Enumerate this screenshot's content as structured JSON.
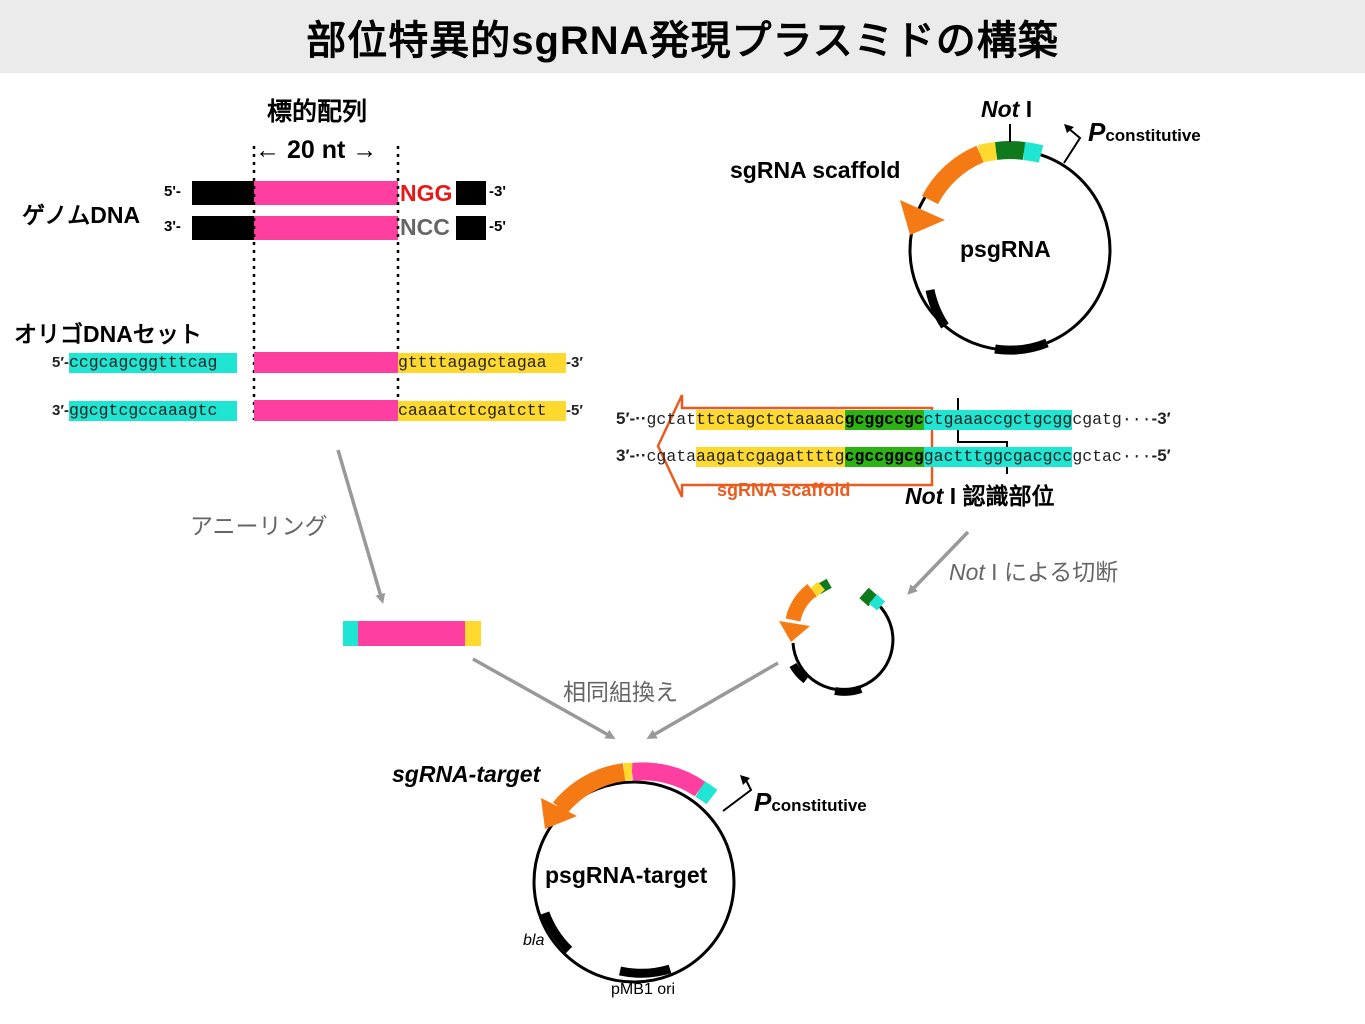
{
  "title": "部位特異的sgRNA発現プラスミドの構築",
  "colors": {
    "pink": "#ff3fa0",
    "cyan": "#1fe6d2",
    "yellow": "#ffd92e",
    "orange": "#f57a14",
    "dark_green": "#0e7a1c",
    "green": "#2ab312",
    "red": "#e81818",
    "gray_arrow": "#999999",
    "header_bg": "#ebebeb"
  },
  "genome": {
    "target_label": "標的配列",
    "length_label": "← 20 nt →",
    "label": "ゲノムDNA",
    "top_5": "5'-",
    "top_3": "-3'",
    "bottom_3": "3'-",
    "bottom_5": "-5'",
    "pam_top": "NGG",
    "pam_bottom": "NCC"
  },
  "oligo": {
    "label": "オリゴDNAセット",
    "top_prefix": "5′-",
    "top_left": "ccgcagcggtttcag",
    "top_right": "gttttagagctagaa",
    "top_suffix": "-3′",
    "bottom_prefix": "3′-",
    "bottom_left": "ggcgtcgccaaagtc",
    "bottom_right": "caaaatctcgatctt",
    "bottom_suffix": "-5′"
  },
  "psgrna": {
    "name": "psgRNA",
    "scaffold_label": "sgRNA scaffold",
    "noti_italic": "Not",
    "noti_roman": " I",
    "promoter_p": "P",
    "promoter_sub": "constitutive"
  },
  "sequence": {
    "top_prefix": "5′-··",
    "top_plain_left": "gctat",
    "top_yellow": "ttctagctctaaaac",
    "top_green": "gcggccgc",
    "top_cyan": "ctgaaaccgctgcgg",
    "top_plain_right": "cgatg···",
    "top_suffix": "-3′",
    "bottom_prefix": "3′-··",
    "bottom_plain_left": "cgata",
    "bottom_yellow": "aagatcgagattttg",
    "bottom_green": "cgccggcg",
    "bottom_cyan": "gactttggcgacgcc",
    "bottom_plain_right": "gctac···",
    "bottom_suffix": "-5′",
    "scaffold_label": "sgRNA scaffold",
    "noti_italic": "Not",
    "noti_rest": " I 認識部位"
  },
  "steps": {
    "annealing": "アニーリング",
    "cut_italic": "Not",
    "cut_rest": " I による切断",
    "recombination": "相同組換え"
  },
  "product": {
    "name": "psgRNA-target",
    "gene_label": "sgRNA-target",
    "promoter_p": "P",
    "promoter_sub": "constitutive",
    "bla": "bla",
    "ori": "pMB1 ori"
  }
}
